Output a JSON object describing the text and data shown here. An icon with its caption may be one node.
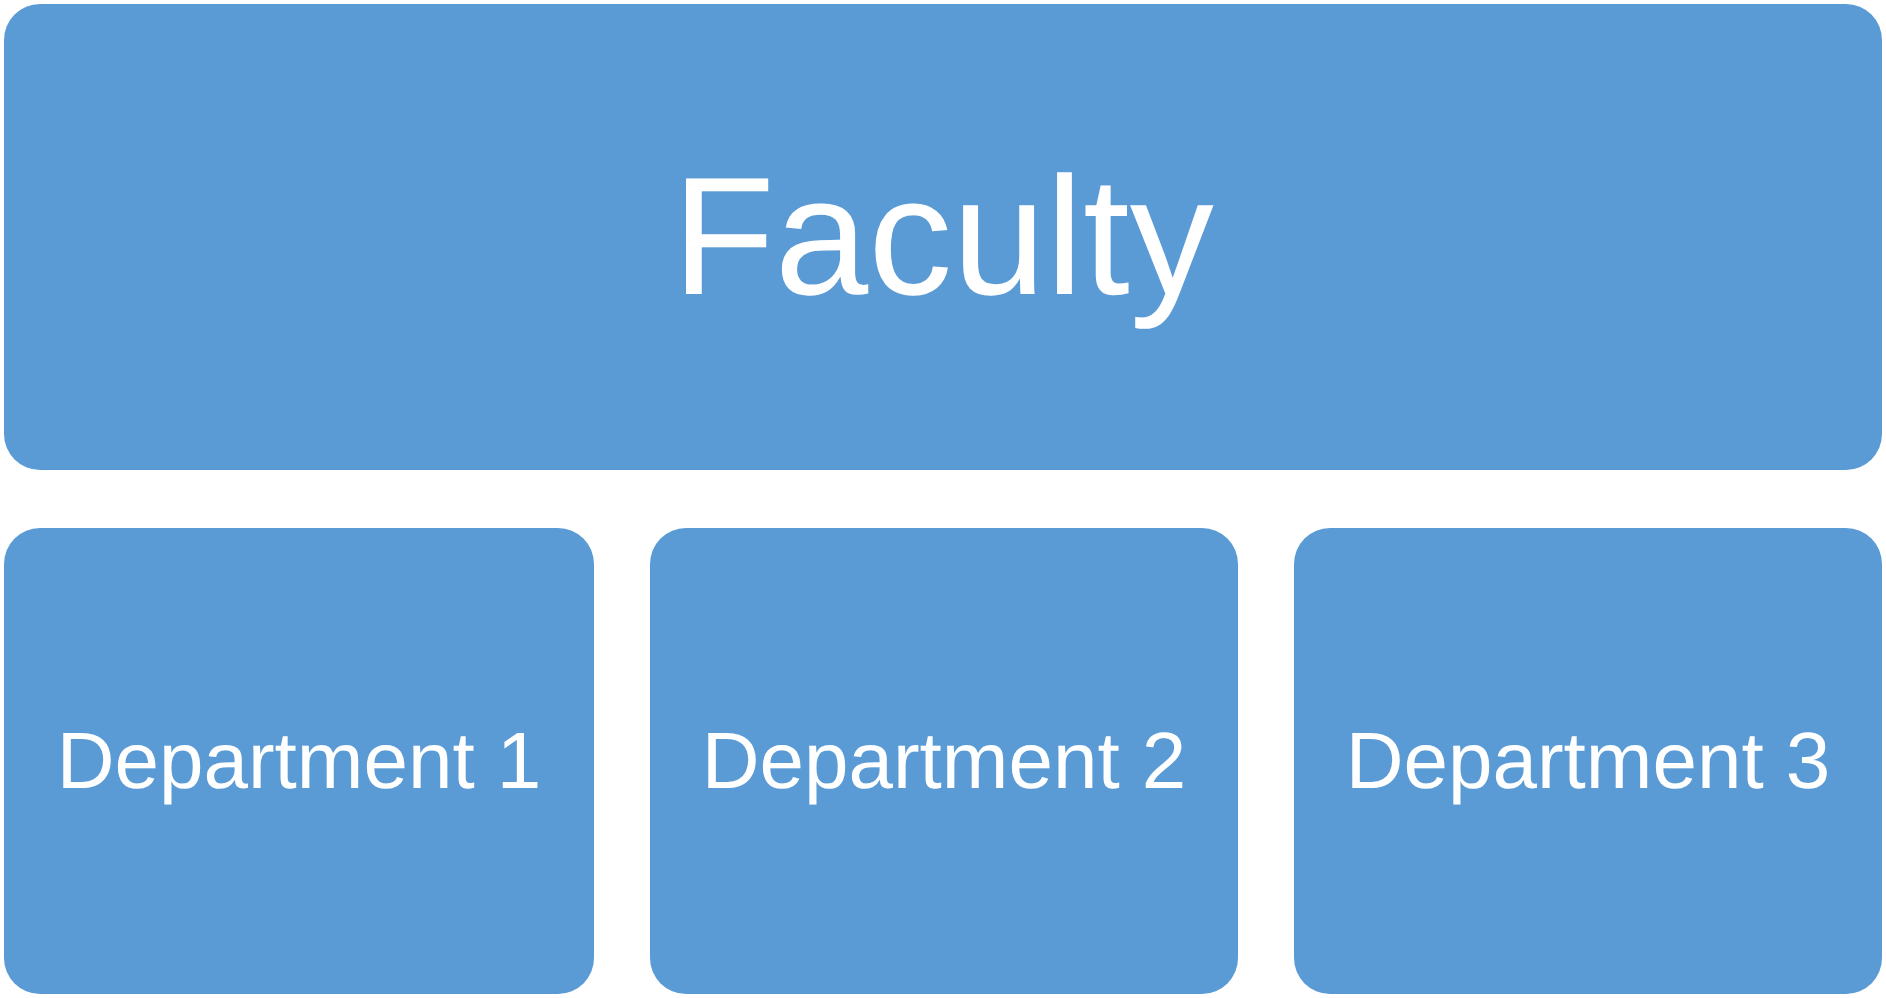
{
  "diagram": {
    "nodes": [
      {
        "text": [
          "Faculty"
        ]
      },
      {
        "text": [
          "Department 1"
        ]
      },
      {
        "text": [
          "Department 2"
        ]
      },
      {
        "text": [
          "Department 3"
        ]
      }
    ]
  }
}
